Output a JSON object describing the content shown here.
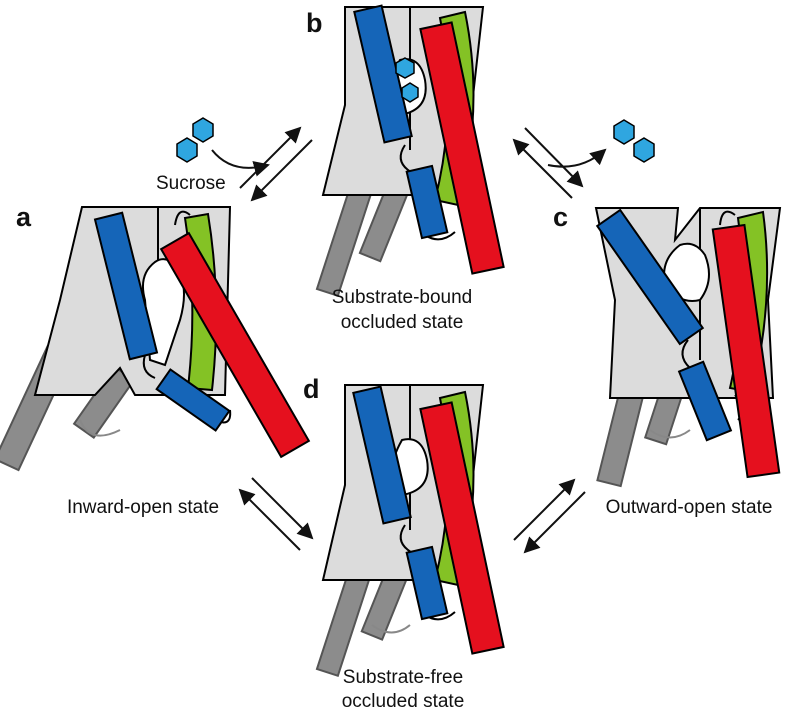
{
  "panels": {
    "a": {
      "letter": "a",
      "state": "Inward-open state"
    },
    "b": {
      "letter": "b",
      "state_line1": "Substrate-bound",
      "state_line2": "occluded state"
    },
    "c": {
      "letter": "c",
      "state": "Outward-open state"
    },
    "d": {
      "letter": "d",
      "state_line1": "Substrate-free",
      "state_line2": "occluded state"
    }
  },
  "substrate": {
    "label": "Sucrose"
  },
  "colors": {
    "body": "#dcdcdc",
    "outline": "#000000",
    "helix_blue": "#1565b8",
    "helix_red": "#e5101e",
    "helix_green": "#84c225",
    "helix_grey": "#8c8c8c",
    "sugar": "#2fa6e0"
  }
}
